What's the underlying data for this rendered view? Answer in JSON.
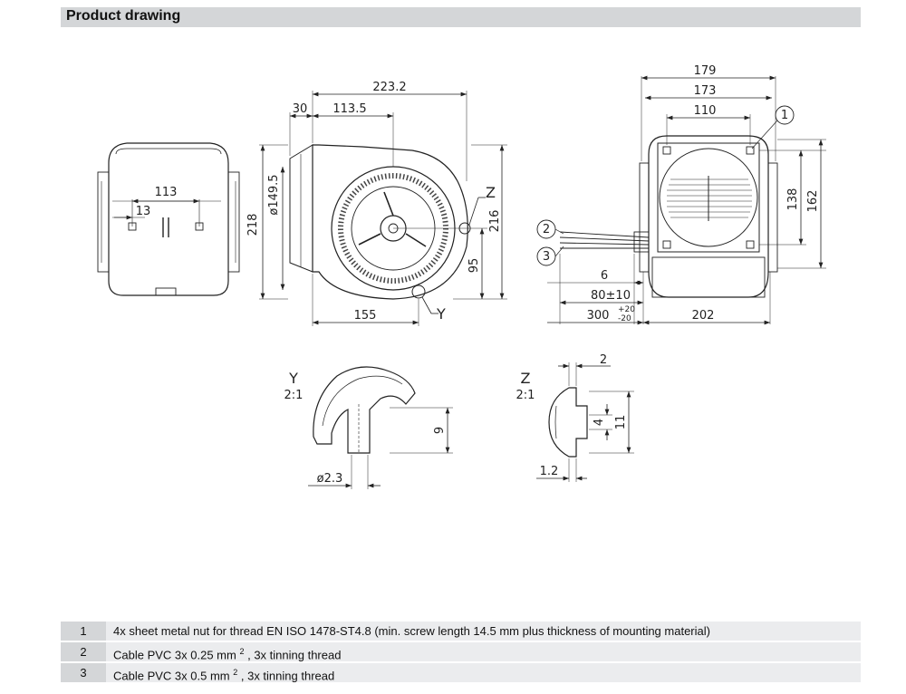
{
  "header": {
    "title": "Product drawing"
  },
  "views": {
    "front": {
      "dim_113": "113",
      "dim_13": "13"
    },
    "side": {
      "dim_223_2": "223.2",
      "dim_30": "30",
      "dim_113_5": "113.5",
      "dim_dia149_5": "ø149.5",
      "dim_218": "218",
      "dim_216": "216",
      "dim_95": "95",
      "dim_155": "155",
      "label_z": "Z",
      "label_y": "Y"
    },
    "rear": {
      "dim_179": "179",
      "dim_173": "173",
      "dim_110": "110",
      "dim_138": "138",
      "dim_162": "162",
      "dim_6": "6",
      "dim_80": "80±10",
      "dim_300": "300",
      "dim_300_tol_plus": "+20",
      "dim_300_tol_minus": "-20",
      "dim_202": "202",
      "callout_1": "1",
      "callout_2": "2",
      "callout_3": "3"
    },
    "detail_y": {
      "label": "Y",
      "scale": "2:1",
      "dim_9": "9",
      "dim_dia2_3": "ø2.3"
    },
    "detail_z": {
      "label": "Z",
      "scale": "2:1",
      "dim_2": "2",
      "dim_4": "4",
      "dim_11": "11",
      "dim_1_2": "1.2"
    }
  },
  "legend": [
    {
      "num": "1",
      "text": "4x sheet metal nut for thread EN ISO 1478-ST4.8 (min. screw length 14.5 mm plus thickness of mounting material)"
    },
    {
      "num": "2",
      "text": "Cable PVC 3x 0.25 mm",
      "sup": "2",
      "text_after": " , 3x tinning thread"
    },
    {
      "num": "3",
      "text": "Cable PVC 3x 0.5 mm",
      "sup": "2",
      "text_after": " , 3x tinning thread"
    }
  ]
}
